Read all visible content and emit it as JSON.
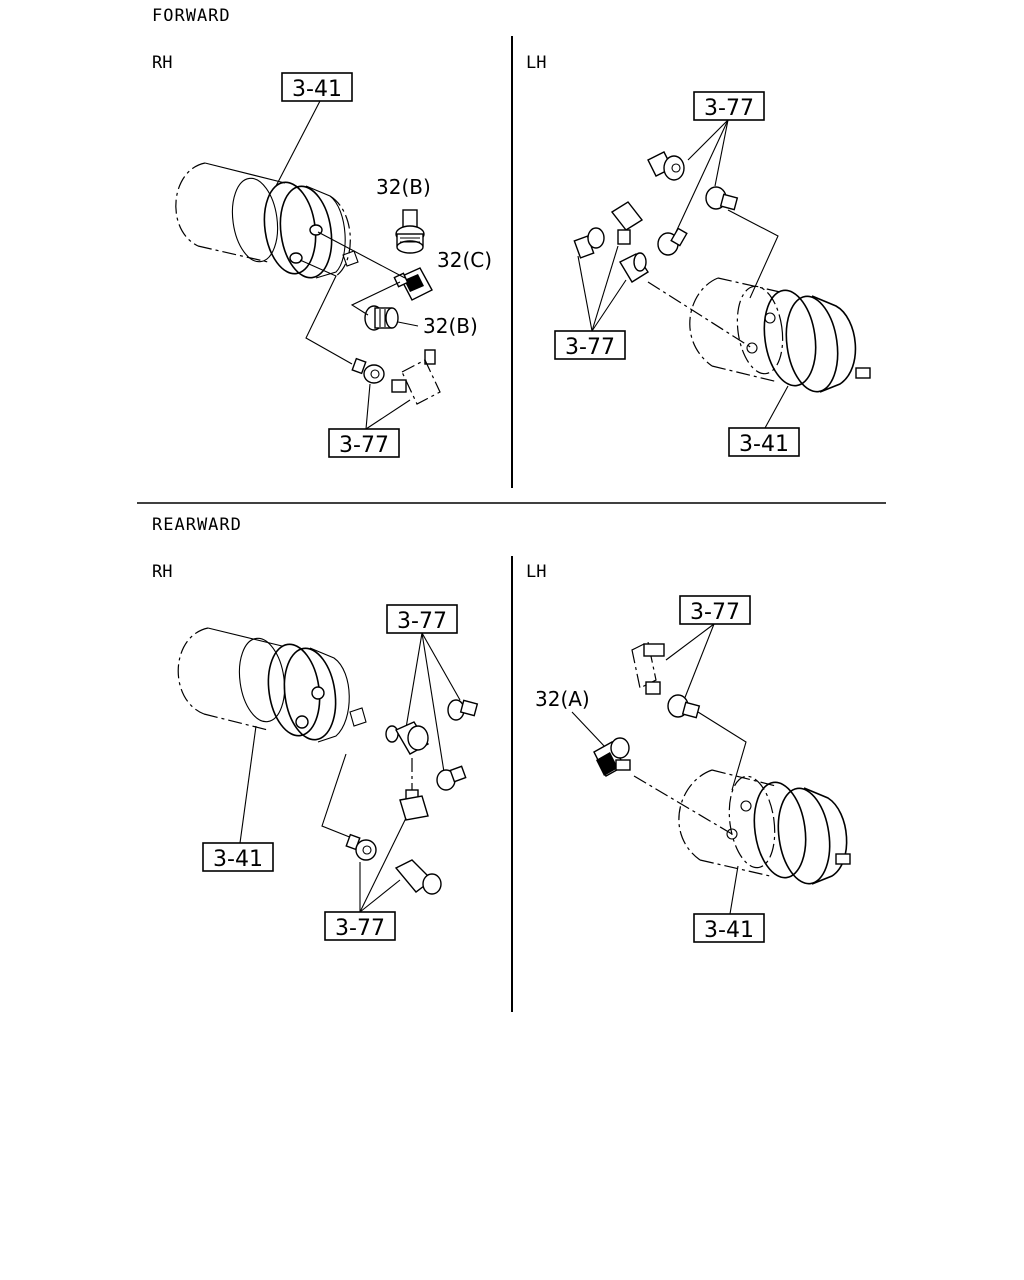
{
  "sections": {
    "forward": {
      "title": "FORWARD",
      "rh": {
        "label": "RH",
        "callouts": {
          "cylinder": "3-41",
          "fittings": "3-77",
          "connector_b_top": "32(B)",
          "connector_c": "32(C)",
          "connector_b_bottom": "32(B)"
        }
      },
      "lh": {
        "label": "LH",
        "callouts": {
          "fittings_top": "3-77",
          "fittings_left": "3-77",
          "cylinder": "3-41"
        }
      }
    },
    "rearward": {
      "title": "REARWARD",
      "rh": {
        "label": "RH",
        "callouts": {
          "fittings_top": "3-77",
          "cylinder": "3-41",
          "fittings_bottom": "3-77"
        }
      },
      "lh": {
        "label": "LH",
        "callouts": {
          "fittings": "3-77",
          "connector_a": "32(A)",
          "cylinder": "3-41"
        }
      }
    }
  }
}
